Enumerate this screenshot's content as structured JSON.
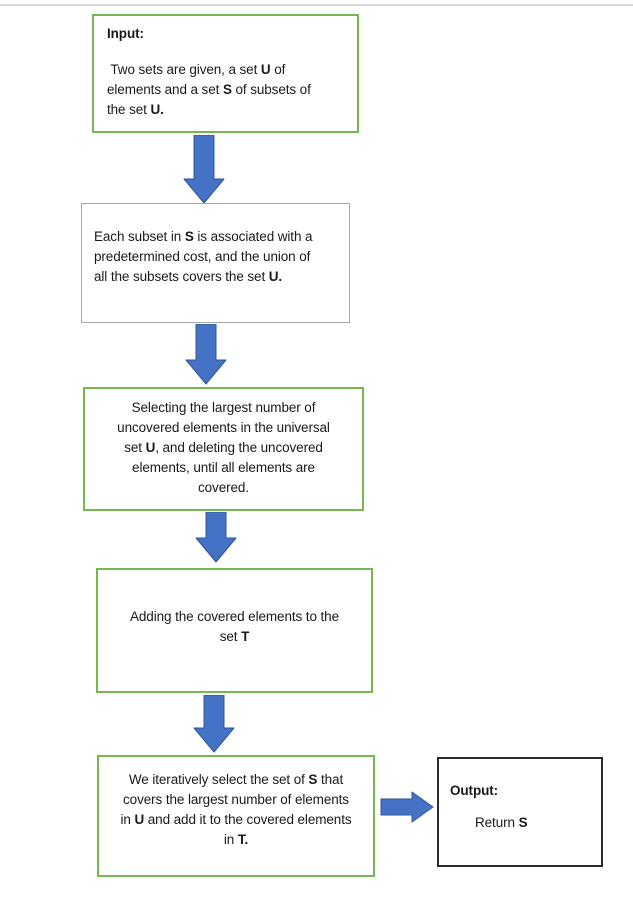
{
  "colors": {
    "green": "#74b84f",
    "gray": "#a6a6a6",
    "dark": "#2b2b2b",
    "arrow-fill": "#4472c4",
    "arrow-stroke": "#2f5597",
    "page-rule": "#d5d5d5"
  },
  "boxes": {
    "input": {
      "lines": [
        [
          [
            "Input:",
            true
          ]
        ],
        [],
        [
          [
            " Two sets are given, a set ",
            false
          ],
          [
            "U",
            true
          ],
          [
            " of",
            false
          ]
        ],
        [
          [
            "elements and a set ",
            false
          ],
          [
            "S",
            true
          ],
          [
            " of subsets of",
            false
          ]
        ],
        [
          [
            "the set ",
            false
          ],
          [
            "U.",
            true
          ]
        ]
      ]
    },
    "cost": {
      "lines": [
        [
          [
            "Each subset in ",
            false
          ],
          [
            "S",
            true
          ],
          [
            " is associated with a",
            false
          ]
        ],
        [
          [
            "predetermined cost, and the union of",
            false
          ]
        ],
        [
          [
            "all the subsets covers the set ",
            false
          ],
          [
            "U.",
            true
          ]
        ]
      ]
    },
    "select": {
      "lines": [
        [
          [
            "Selecting the largest number of",
            false
          ]
        ],
        [
          [
            "uncovered elements in the universal",
            false
          ]
        ],
        [
          [
            "set ",
            false
          ],
          [
            "U",
            true
          ],
          [
            ", and deleting the uncovered",
            false
          ]
        ],
        [
          [
            "elements, until all elements are",
            false
          ]
        ],
        [
          [
            "covered.",
            false
          ]
        ]
      ]
    },
    "add": {
      "lines": [
        [
          [
            "Adding the covered elements to the",
            false
          ]
        ],
        [
          [
            "set ",
            false
          ],
          [
            "T",
            true
          ]
        ]
      ]
    },
    "iterate": {
      "lines": [
        [
          [
            "We iteratively select the set of ",
            false
          ],
          [
            "S",
            true
          ],
          [
            " that",
            false
          ]
        ],
        [
          [
            "covers the largest number of elements",
            false
          ]
        ],
        [
          [
            "in ",
            false
          ],
          [
            "U",
            true
          ],
          [
            " and add it to the covered elements",
            false
          ]
        ],
        [
          [
            "in ",
            false
          ],
          [
            "T.",
            true
          ]
        ]
      ]
    },
    "output": {
      "title_lines": [
        [
          [
            "Output:",
            true
          ]
        ]
      ],
      "body_lines": [
        [
          [
            "Return ",
            false
          ],
          [
            "S",
            true
          ]
        ]
      ]
    }
  }
}
